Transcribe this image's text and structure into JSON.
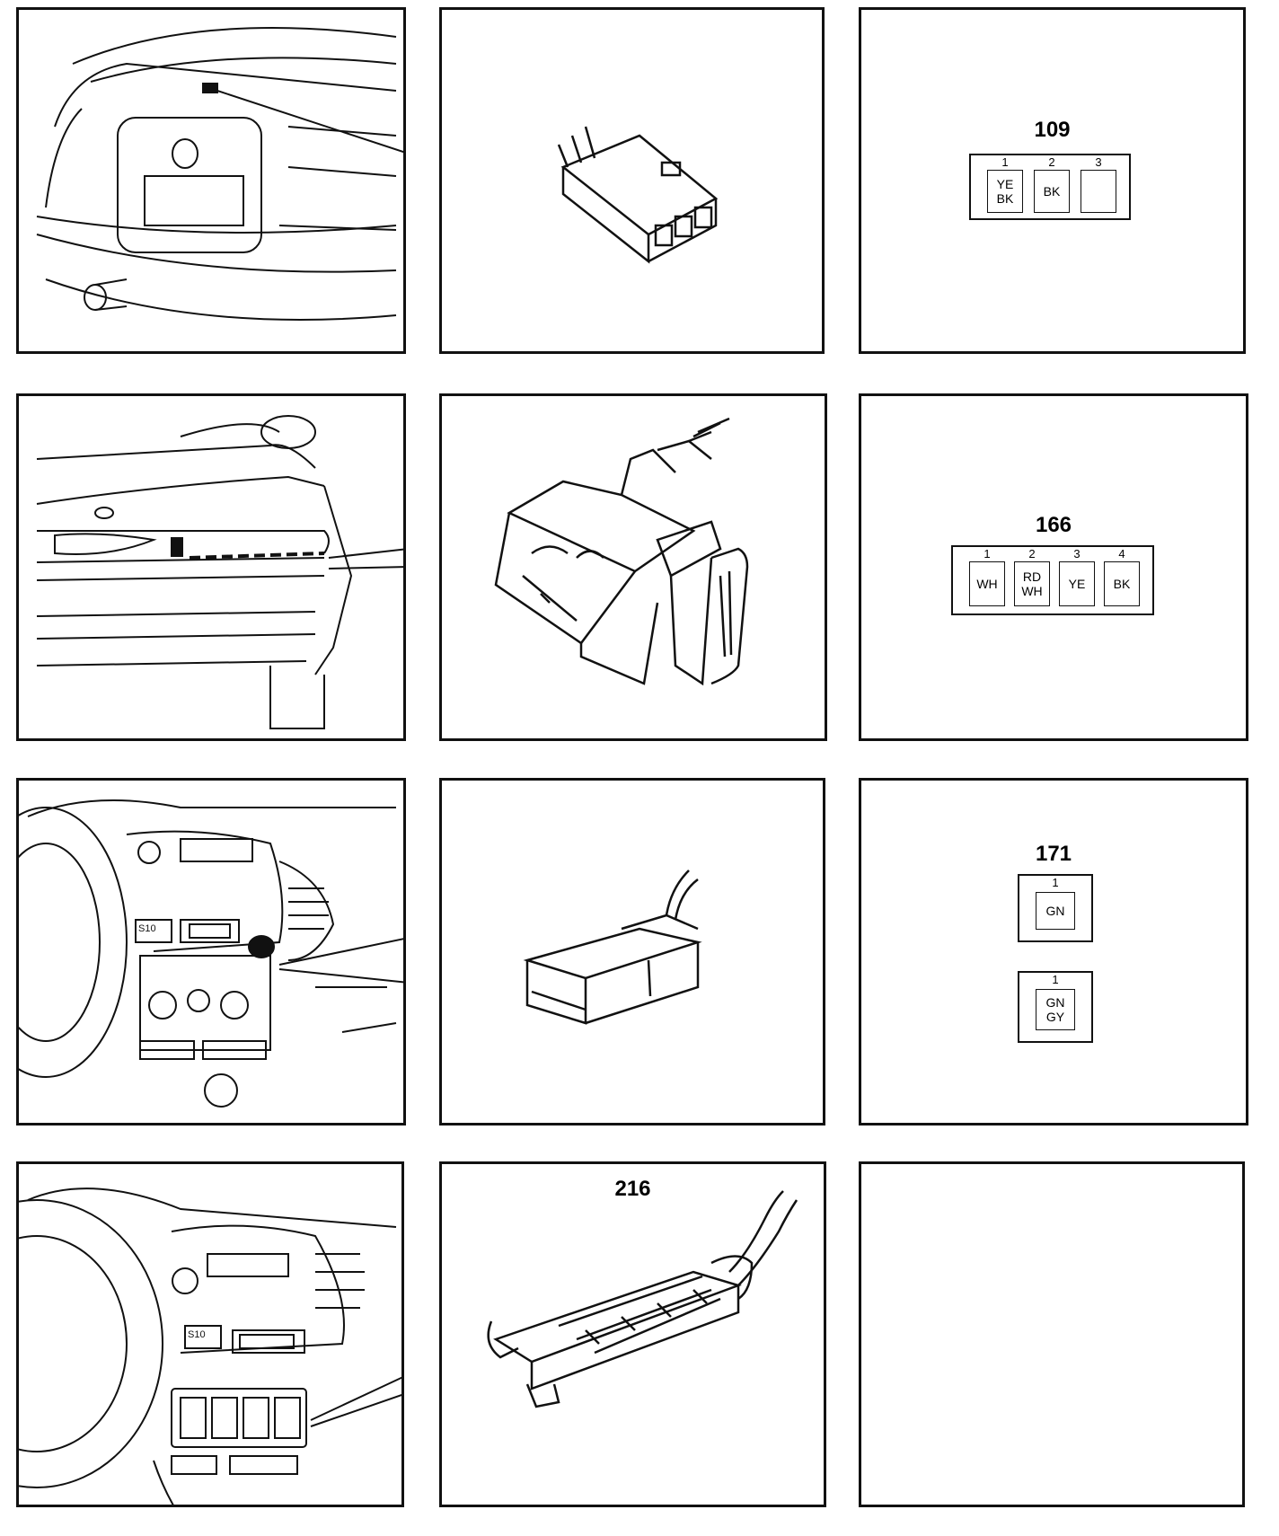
{
  "rows": [
    {
      "connector": {
        "number": "109",
        "pins": [
          {
            "n": "1",
            "colors": [
              "YE",
              "BK"
            ]
          },
          {
            "n": "2",
            "colors": [
              "BK"
            ]
          },
          {
            "n": "3",
            "colors": []
          }
        ]
      }
    },
    {
      "connector": {
        "number": "166",
        "pins": [
          {
            "n": "1",
            "colors": [
              "WH"
            ]
          },
          {
            "n": "2",
            "colors": [
              "RD",
              "WH"
            ]
          },
          {
            "n": "3",
            "colors": [
              "YE"
            ]
          },
          {
            "n": "4",
            "colors": [
              "BK"
            ]
          }
        ]
      }
    },
    {
      "connector": {
        "number": "171",
        "variants": [
          {
            "n": "1",
            "colors": [
              "GN"
            ]
          },
          {
            "n": "1",
            "colors": [
              "GN",
              "GY"
            ]
          }
        ]
      }
    },
    {
      "connector": {
        "number": "216"
      }
    }
  ],
  "dash_labels": {
    "row3": "S10",
    "row4": "S10"
  }
}
